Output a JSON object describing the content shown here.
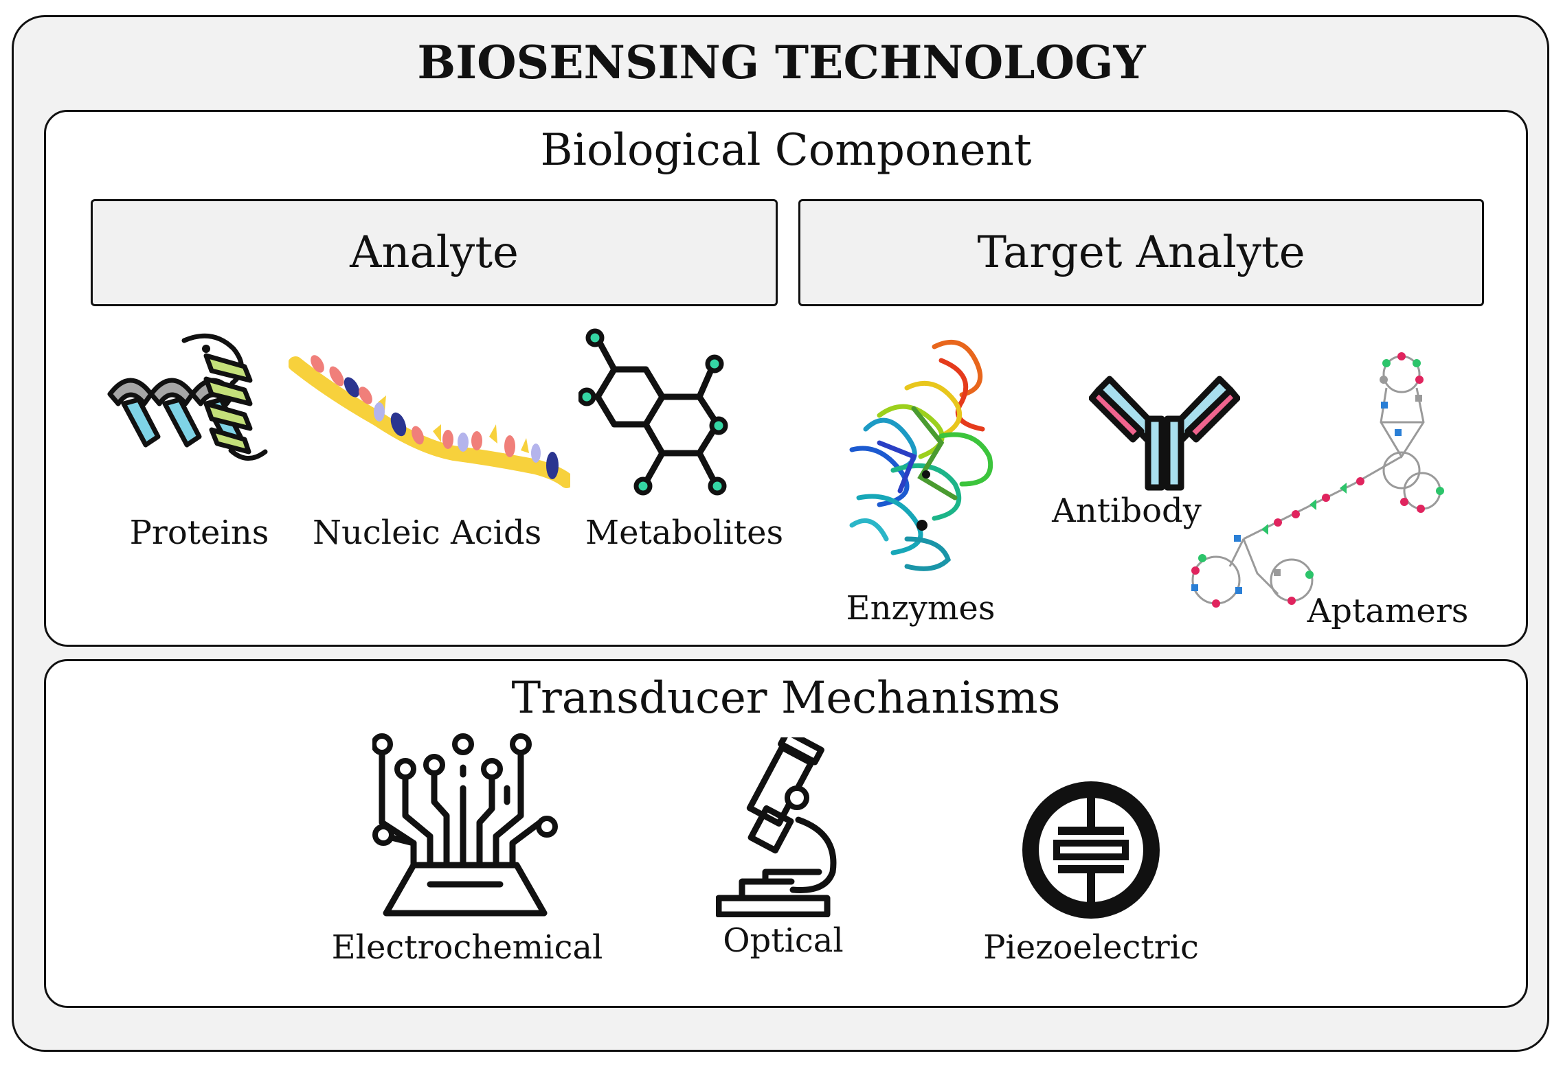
{
  "title": "BIOSENSING TECHNOLOGY",
  "biological": {
    "title": "Biological Component",
    "left_box": "Analyte",
    "right_box": "Target Analyte",
    "items": {
      "proteins": "Proteins",
      "nucleic_acids": "Nucleic Acids",
      "metabolites": "Metabolites",
      "enzymes": "Enzymes",
      "antibody": "Antibody",
      "aptamers": "Aptamers"
    }
  },
  "transducer": {
    "title": "Transducer Mechanisms",
    "items": {
      "electrochemical": "Electrochemical",
      "optical": "Optical",
      "piezoelectric": "Piezoelectric"
    }
  },
  "colors": {
    "helix_cyan": "#7fd3e6",
    "helix_green": "#c4e07a",
    "helix_gray": "#a6a6a6",
    "dna_backbone": "#f7d13c",
    "dna_pink": "#f07f7a",
    "dna_navy": "#2b3590",
    "dna_lilac": "#b4b4ec",
    "node_teal": "#35d6a4",
    "antibody_blue": "#a9dfee",
    "antibody_pink": "#f0648e",
    "aptamer_gray": "#9a9a9a",
    "aptamer_blue": "#2a7fd6",
    "aptamer_red": "#e0245e",
    "aptamer_green": "#2cc46a"
  }
}
